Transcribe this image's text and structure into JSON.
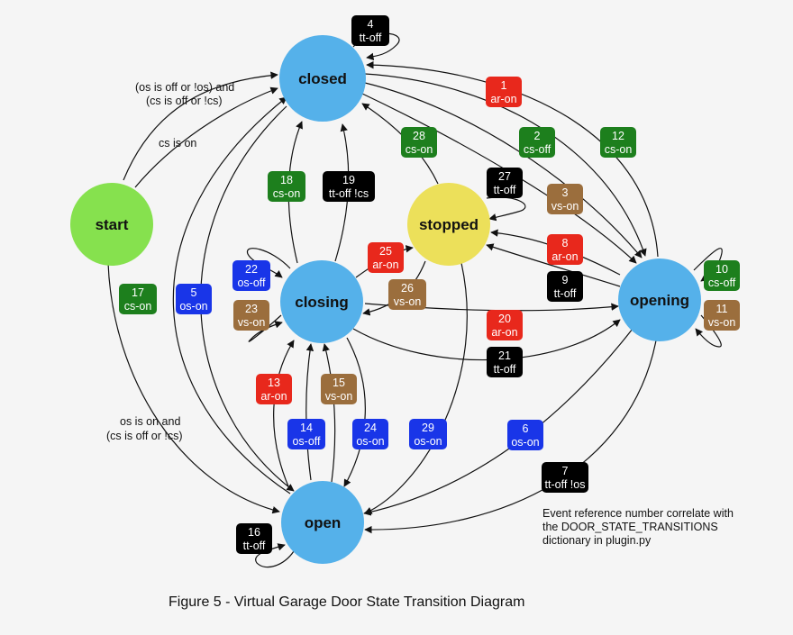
{
  "states": {
    "closed": "closed",
    "start": "start",
    "stopped": "stopped",
    "closing": "closing",
    "opening": "opening",
    "open": "open"
  },
  "colors": {
    "state_blue": "#55b1ea",
    "state_green": "#86e14e",
    "state_yellow": "#ece05a",
    "badge_red": "#e8281c",
    "badge_green": "#1d7f1d",
    "badge_black": "#000000",
    "badge_brown": "#9b6e3d",
    "badge_blue": "#1935e8"
  },
  "conditions": {
    "start_closed_1": "(os is off or !os) and",
    "start_closed_2": "(cs is off or !cs)",
    "start_closed_cs": "cs is on",
    "start_open_1": "os is on and",
    "start_open_2": "(cs is off or !cs)"
  },
  "badges": [
    {
      "num": "1",
      "event": "ar-on",
      "color": "red"
    },
    {
      "num": "2",
      "event": "cs-off",
      "color": "green"
    },
    {
      "num": "3",
      "event": "vs-on",
      "color": "brown"
    },
    {
      "num": "4",
      "event": "tt-off",
      "color": "black"
    },
    {
      "num": "5",
      "event": "os-on",
      "color": "blue"
    },
    {
      "num": "6",
      "event": "os-on",
      "color": "blue"
    },
    {
      "num": "7",
      "event": "tt-off !os",
      "color": "black"
    },
    {
      "num": "8",
      "event": "ar-on",
      "color": "red"
    },
    {
      "num": "9",
      "event": "tt-off",
      "color": "black"
    },
    {
      "num": "10",
      "event": "cs-off",
      "color": "green"
    },
    {
      "num": "11",
      "event": "vs-on",
      "color": "brown"
    },
    {
      "num": "12",
      "event": "cs-on",
      "color": "green"
    },
    {
      "num": "13",
      "event": "ar-on",
      "color": "red"
    },
    {
      "num": "14",
      "event": "os-off",
      "color": "blue"
    },
    {
      "num": "15",
      "event": "vs-on",
      "color": "brown"
    },
    {
      "num": "16",
      "event": "tt-off",
      "color": "black"
    },
    {
      "num": "17",
      "event": "cs-on",
      "color": "green"
    },
    {
      "num": "18",
      "event": "cs-on",
      "color": "green"
    },
    {
      "num": "19",
      "event": "tt-off !cs",
      "color": "black"
    },
    {
      "num": "20",
      "event": "ar-on",
      "color": "red"
    },
    {
      "num": "21",
      "event": "tt-off",
      "color": "black"
    },
    {
      "num": "22",
      "event": "os-off",
      "color": "blue"
    },
    {
      "num": "23",
      "event": "vs-on",
      "color": "brown"
    },
    {
      "num": "24",
      "event": "os-on",
      "color": "blue"
    },
    {
      "num": "25",
      "event": "ar-on",
      "color": "red"
    },
    {
      "num": "26",
      "event": "vs-on",
      "color": "brown"
    },
    {
      "num": "27",
      "event": "tt-off",
      "color": "black"
    },
    {
      "num": "28",
      "event": "cs-on",
      "color": "green"
    },
    {
      "num": "29",
      "event": "os-on",
      "color": "blue"
    }
  ],
  "note": {
    "line1": "Event reference number correlate with",
    "line2": "the DOOR_STATE_TRANSITIONS",
    "line3": "dictionary in plugin.py"
  },
  "caption": "Figure 5 - Virtual Garage Door State Transition Diagram"
}
